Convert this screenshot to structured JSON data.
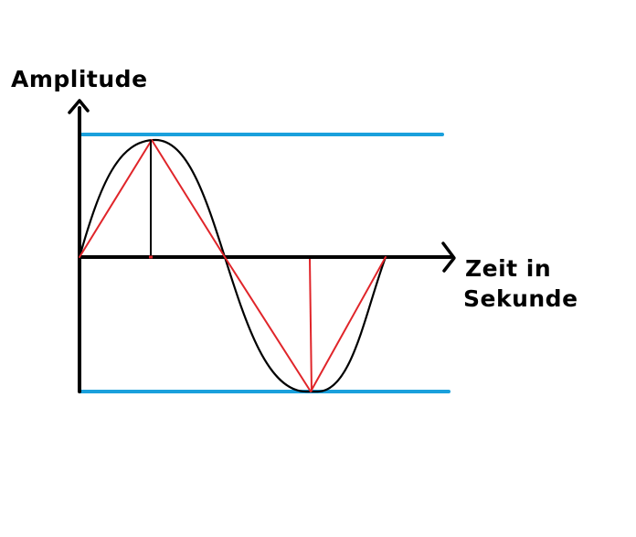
{
  "labels": {
    "y_axis": "Amplitude",
    "x_axis_line1": "Zeit in",
    "x_axis_line2": "Sekunde"
  },
  "colors": {
    "axes": "#000000",
    "sine": "#000000",
    "triangle": "#e0252a",
    "bounds": "#1aa0dc"
  },
  "diagram": {
    "description_items": [
      "y-axis-arrow",
      "x-axis-arrow",
      "sine-wave",
      "triangle-wave",
      "upper-bound-line",
      "lower-bound-line",
      "peak-marker",
      "trough-marker"
    ]
  }
}
